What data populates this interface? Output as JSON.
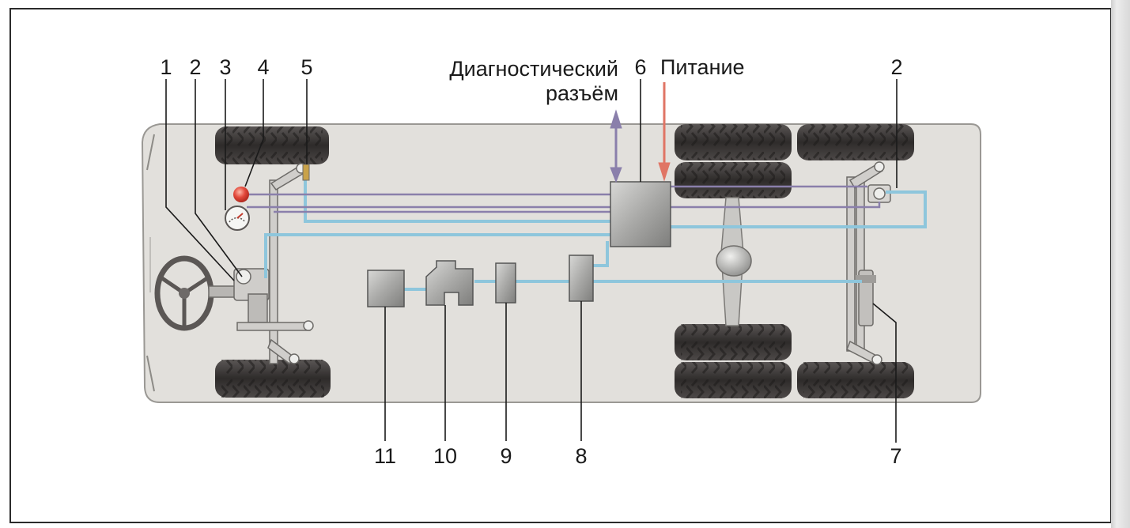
{
  "labels": {
    "n1": "1",
    "n2": "2",
    "n3": "3",
    "n4": "4",
    "n5": "5",
    "n6": "6",
    "n2b": "2",
    "n7": "7",
    "n8": "8",
    "n9": "9",
    "n10": "10",
    "n11": "11"
  },
  "diag_connector": {
    "line1": "Диагностический",
    "line2": "разъём"
  },
  "power": "Питание",
  "colors": {
    "chassis": "#e2e0dc",
    "chassis_edge": "#9a9894",
    "tire": "#3b3837",
    "pipe": "#8ec6dc",
    "wire": "#8a7fab",
    "arrow_diag": "#8a7fab",
    "arrow_power": "#e07565",
    "component": "#b8b8b6",
    "lamp": "#e2483a"
  }
}
